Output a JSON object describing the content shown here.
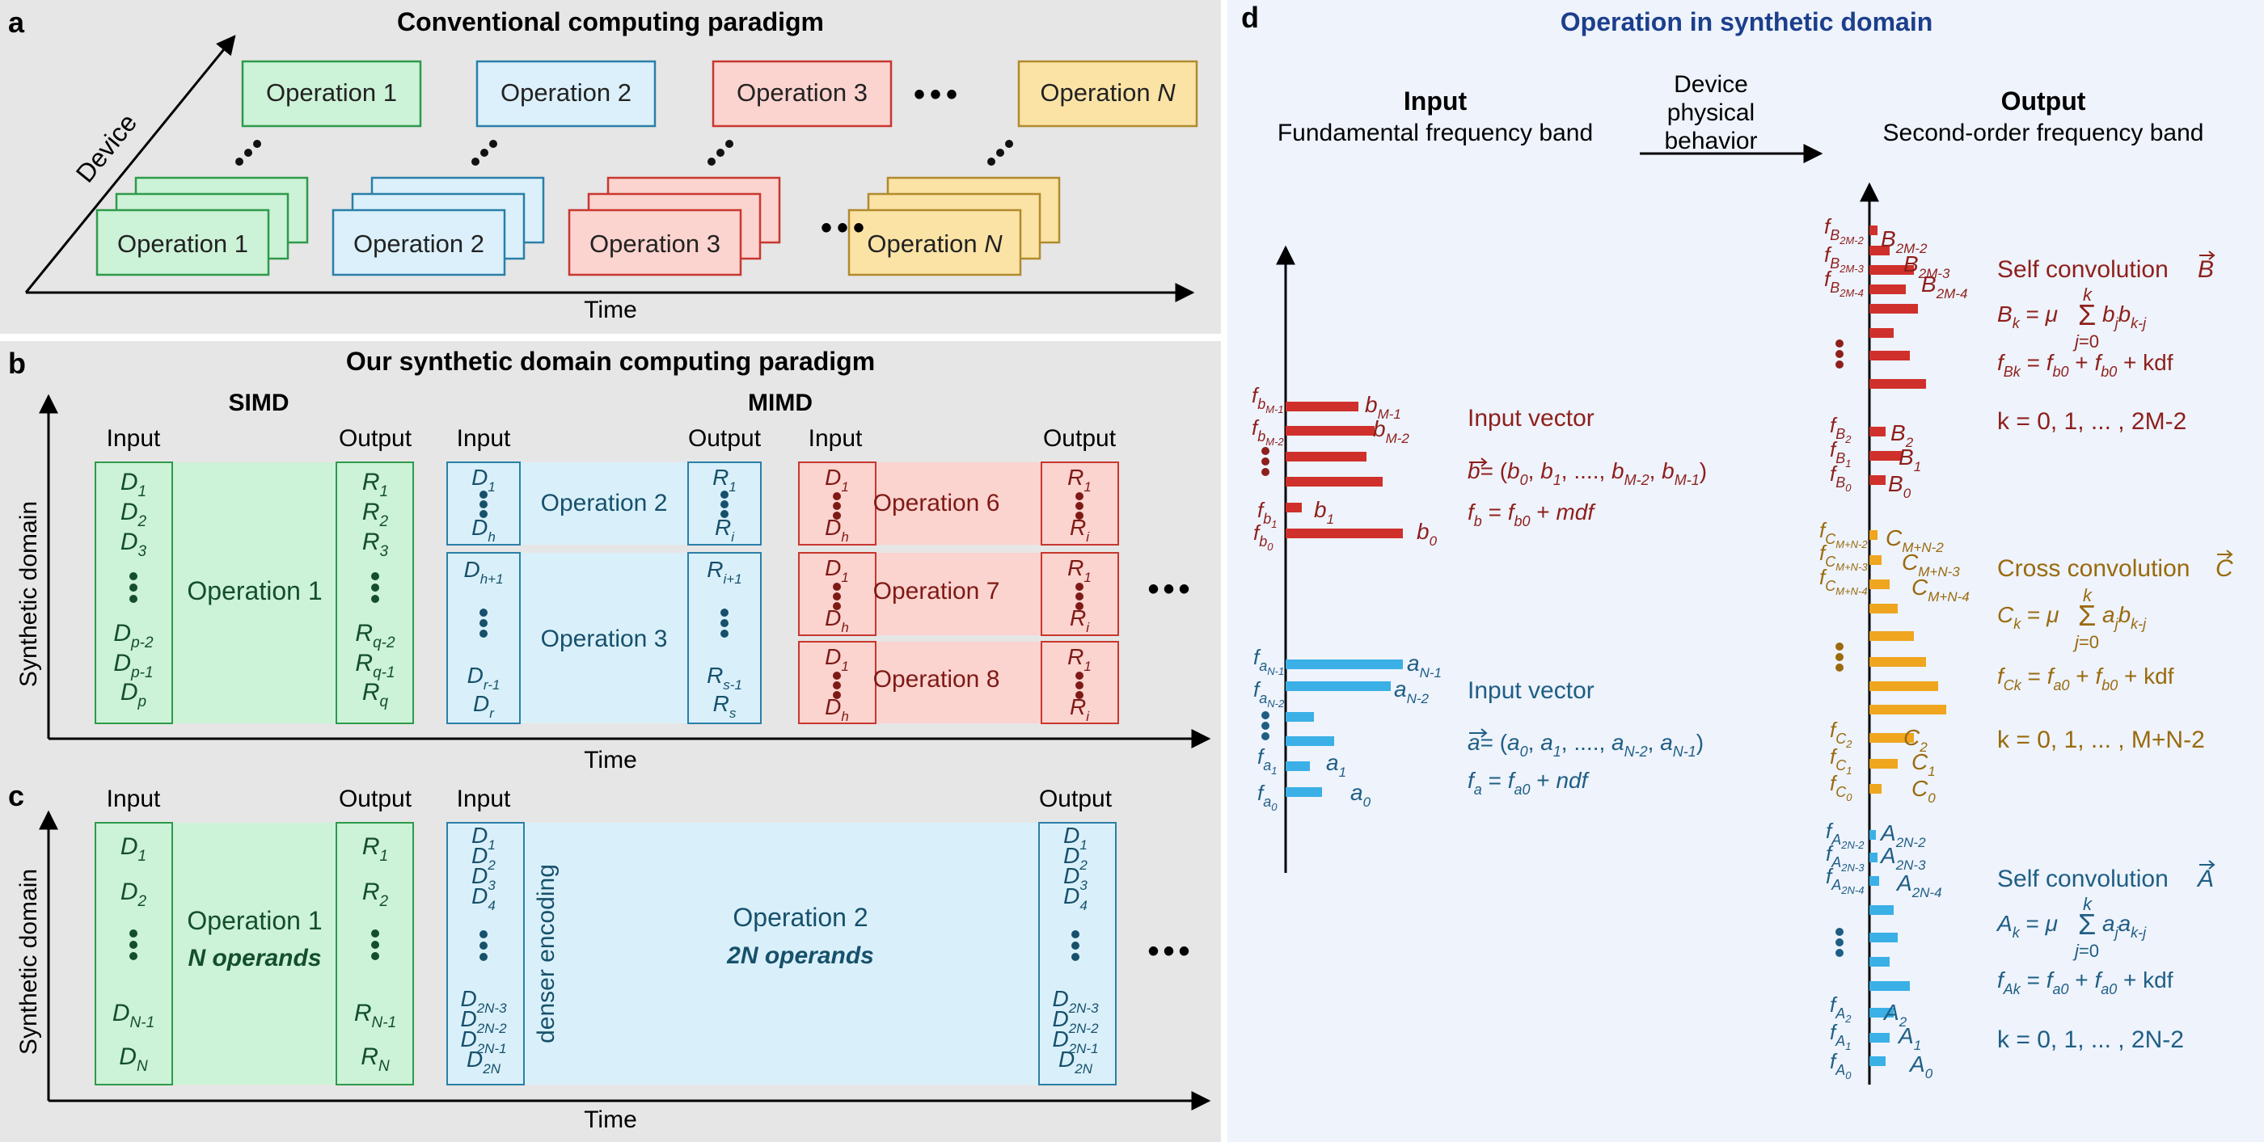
{
  "panels": {
    "a": {
      "letter": "a",
      "title": "Conventional computing paradigm",
      "y_axis": "Device",
      "x_axis": "Time",
      "ops": [
        {
          "label": "Operation 1",
          "fill": "#ccf2d7",
          "stroke": "#2e9a4a",
          "italic": false
        },
        {
          "label": "Operation 2",
          "fill": "#dbf0fa",
          "stroke": "#2a7fa8",
          "italic": false
        },
        {
          "label": "Operation 3",
          "fill": "#fbd3cf",
          "stroke": "#c8372f",
          "italic": false
        },
        {
          "label": "Operation ",
          "italic_part": "N",
          "fill": "#fbe3a6",
          "stroke": "#b08a2c",
          "italic": true
        }
      ]
    },
    "b": {
      "letter": "b",
      "title": "Our synthetic domain computing paradigm",
      "simd": "SIMD",
      "mimd": "MIMD",
      "y_axis": "Synthetic domain",
      "x_axis": "Time",
      "input": "Input",
      "output": "Output",
      "op1": "Operation 1",
      "op2": "Operation 2",
      "op3": "Operation 3",
      "op6": "Operation 6",
      "op7": "Operation 7",
      "op8": "Operation 8"
    },
    "c": {
      "letter": "c",
      "y_axis": "Synthetic domain",
      "x_axis": "Time",
      "input": "Input",
      "output": "Output",
      "op1": "Operation 1",
      "op1_sub": "N operands",
      "op2": "Operation 2",
      "op2_sub": "2N operands",
      "denser": "denser encoding"
    },
    "d": {
      "letter": "d",
      "title": "Operation in synthetic domain",
      "input_title": "Input",
      "input_sub": "Fundamental frequency band",
      "output_title": "Output",
      "output_sub": "Second-order frequency band",
      "device_lines": [
        "Device",
        "physical",
        "behavior"
      ],
      "input_vector": "Input vector",
      "self_b": "Self convolution",
      "cross_c": "Cross convolution",
      "self_a": "Self convolution",
      "range_b": "k = 0, 1, ... , 2M-2",
      "range_c": "k = 0, 1, ... , M+N-2",
      "range_a": "k = 0, 1, ... , 2N-2"
    }
  },
  "colors": {
    "panel_bg": "#e6e6e6",
    "panel_d_bg": "#eef3fc",
    "green_fill": "#ccf2d7",
    "green_stroke": "#2e9a4a",
    "blue_fill": "#d9f0fa",
    "blue_stroke": "#2a7fa8",
    "red_fill": "#fbd3cf",
    "red_stroke": "#c8372f",
    "dark_green": "#134e2e",
    "dark_blue": "#17506b",
    "dark_red": "#7e1a16",
    "red_bar": "#d0302b",
    "orange_bar": "#efa51e",
    "blue_bar": "#3ab0e6",
    "b_text": "#8e1f1b",
    "c_text": "#9a6a0d",
    "a_text": "#1f5e84",
    "title_d": "#1c3f8c"
  }
}
